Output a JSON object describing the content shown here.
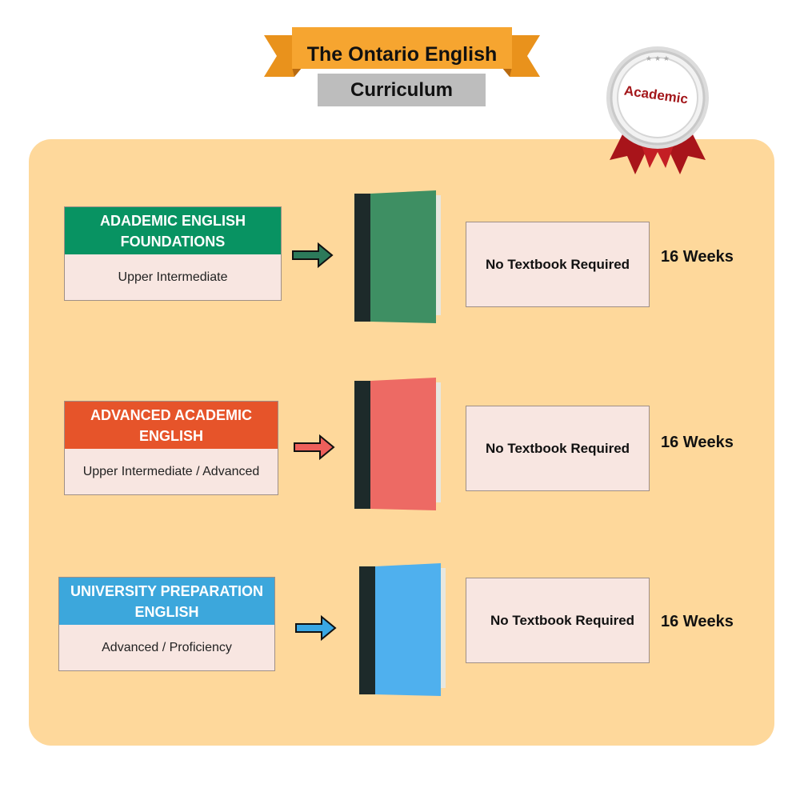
{
  "header": {
    "title_line1": "The Ontario English",
    "title_line2": "Curriculum",
    "ribbon_color": "#f6a530",
    "subtitle_bg": "#bdbdbd"
  },
  "badge": {
    "label": "Academic",
    "label_color": "#a3171b",
    "ribbon_color": "#b3161b"
  },
  "panel": {
    "background": "#fed89b"
  },
  "courses": [
    {
      "title": "ADADEMIC ENGLISH\nFOUNDATIONS",
      "level": "Upper Intermediate",
      "color": "#089362",
      "book_color": "#3e8f63",
      "textbook": "No Textbook Required",
      "duration": "16 Weeks"
    },
    {
      "title": "ADVANCED ACADEMIC\nENGLISH",
      "level": "Upper Intermediate / Advanced",
      "color": "#e6542a",
      "book_color": "#ed6a64",
      "textbook": "No Textbook Required",
      "duration": "16 Weeks"
    },
    {
      "title": "UNIVERSITY PREPARATION\nENGLISH",
      "level": "Advanced / Proficiency",
      "color": "#3ca7dc",
      "book_color": "#4fb0ee",
      "textbook": "No Textbook Required",
      "duration": "16 Weeks"
    }
  ]
}
